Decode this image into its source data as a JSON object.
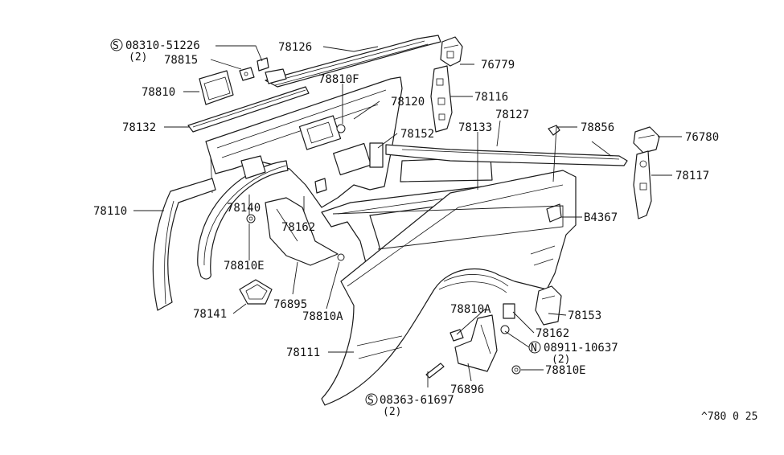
{
  "labels": {
    "p78126": "78126",
    "p08310": "08310-51226",
    "p08310_qty": "(2)",
    "p78815": "78815",
    "p78810": "78810",
    "p78810F": "78810F",
    "p78120": "78120",
    "p78132": "78132",
    "p78152": "78152",
    "p78133": "78133",
    "p78127": "78127",
    "p76779": "76779",
    "p78116": "78116",
    "p78856": "78856",
    "p76780": "76780",
    "p78117": "78117",
    "p78110": "78110",
    "p78140": "78140",
    "p78162a": "78162",
    "pB4367": "B4367",
    "p78810E_a": "78810E",
    "p76895": "76895",
    "p78141": "78141",
    "p78810A_a": "78810A",
    "p78810A_b": "78810A",
    "p78153": "78153",
    "p78162b": "78162",
    "p08911": "08911-10637",
    "p08911_qty": "(2)",
    "p78111": "78111",
    "p78810E_b": "78810E",
    "p76896": "76896",
    "p08363": "08363-61697",
    "p08363_qty": "(2)",
    "ref_code": "^780 0 25"
  },
  "prefix": {
    "S": "S",
    "N": "N"
  }
}
